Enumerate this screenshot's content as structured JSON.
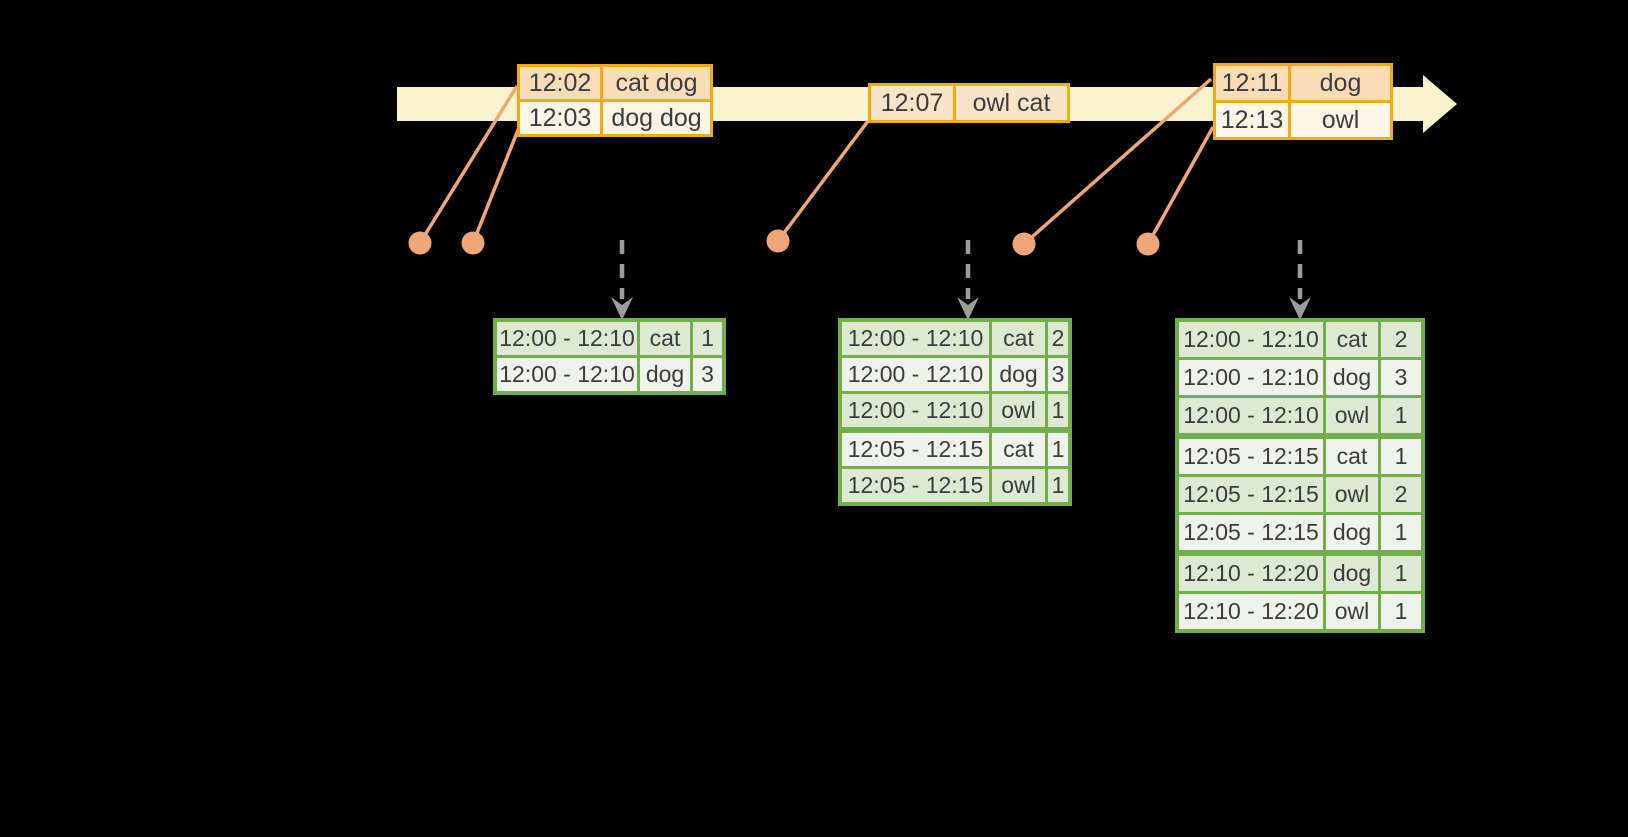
{
  "colors": {
    "background": "#000000",
    "timeline_fill": "#FBF2CF",
    "event_table_border": "#F2AC12",
    "event_row_dark_fill": "#FBDCB8",
    "event_row_light_fill": "#FEF4E7",
    "event_single_row_fill": "#FAE4C8",
    "connector": "#F0A679",
    "result_table_border": "#72AE49",
    "result_row_dark_fill": "#DDE9D2",
    "result_row_light_fill": "#EFF3EB",
    "trigger_arrow": "#9C9C9C",
    "text": "#3C3C3C"
  },
  "event_tables": {
    "t1": {
      "rows": [
        {
          "time": "12:02",
          "words": "cat dog"
        },
        {
          "time": "12:03",
          "words": "dog dog"
        }
      ]
    },
    "t2": {
      "rows": [
        {
          "time": "12:07",
          "words": "owl cat"
        }
      ]
    },
    "t3": {
      "rows": [
        {
          "time": "12:11",
          "words": "dog"
        },
        {
          "time": "12:13",
          "words": "owl"
        }
      ]
    }
  },
  "result_tables": {
    "r1": {
      "rows": [
        {
          "window": "12:00 - 12:10",
          "word": "cat",
          "count": "1"
        },
        {
          "window": "12:00 - 12:10",
          "word": "dog",
          "count": "3"
        }
      ]
    },
    "r2": {
      "rows": [
        {
          "window": "12:00 - 12:10",
          "word": "cat",
          "count": "2"
        },
        {
          "window": "12:00 - 12:10",
          "word": "dog",
          "count": "3"
        },
        {
          "window": "12:00 - 12:10",
          "word": "owl",
          "count": "1"
        },
        {
          "window": "12:05 - 12:15",
          "word": "cat",
          "count": "1"
        },
        {
          "window": "12:05 - 12:15",
          "word": "owl",
          "count": "1"
        }
      ]
    },
    "r3": {
      "rows": [
        {
          "window": "12:00 - 12:10",
          "word": "cat",
          "count": "2"
        },
        {
          "window": "12:00 - 12:10",
          "word": "dog",
          "count": "3"
        },
        {
          "window": "12:00 - 12:10",
          "word": "owl",
          "count": "1"
        },
        {
          "window": "12:05 - 12:15",
          "word": "cat",
          "count": "1"
        },
        {
          "window": "12:05 - 12:15",
          "word": "owl",
          "count": "2"
        },
        {
          "window": "12:05 - 12:15",
          "word": "dog",
          "count": "1"
        },
        {
          "window": "12:10 - 12:20",
          "word": "dog",
          "count": "1"
        },
        {
          "window": "12:10 - 12:20",
          "word": "owl",
          "count": "1"
        }
      ]
    }
  }
}
